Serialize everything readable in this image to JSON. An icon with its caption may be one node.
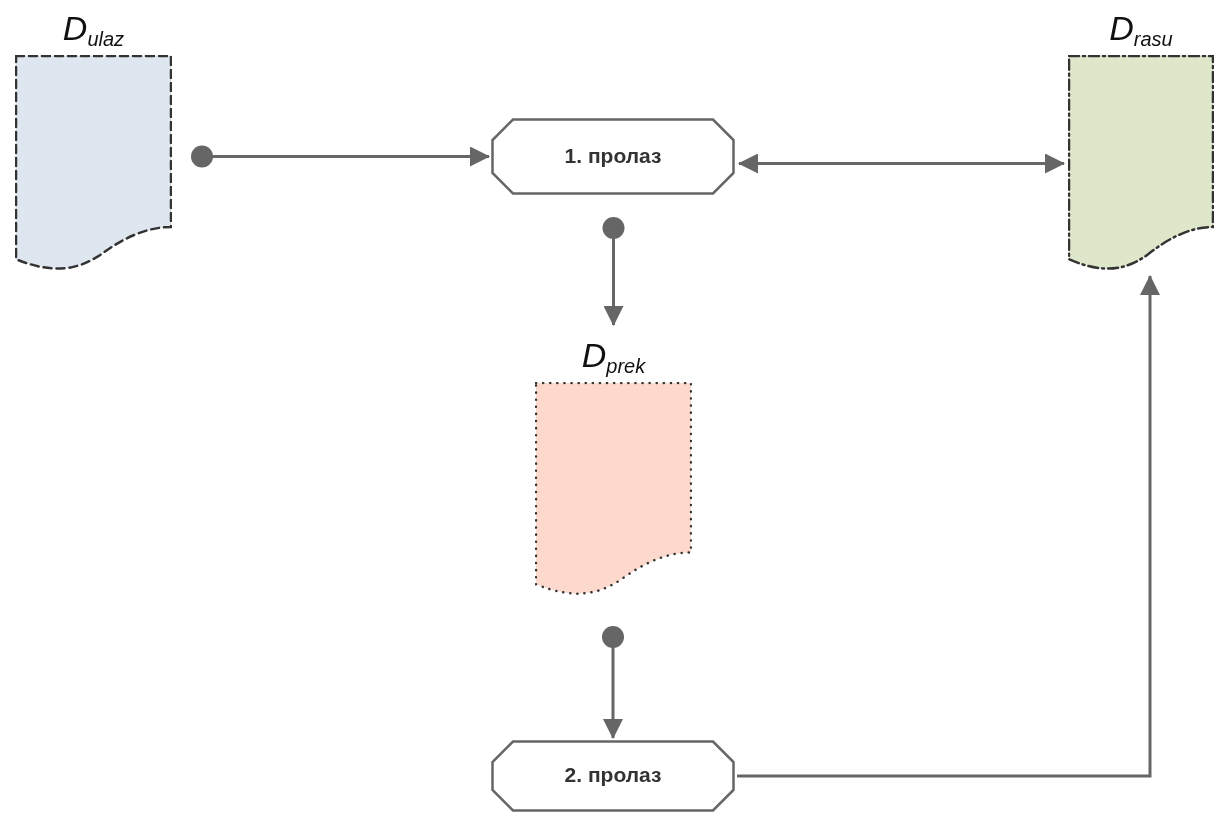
{
  "diagram": {
    "nodes": [
      {
        "text": [
          "D$_{ulaz}$"
        ]
      },
      {
        "text": [
          "1. пролаз"
        ]
      },
      {
        "text": [
          "D$_{rasu}$"
        ]
      },
      {
        "text": [
          "D$_{prek}$"
        ]
      },
      {
        "text": [
          "2. пролаз"
        ]
      }
    ],
    "edges": [
      {
        "from": 0,
        "to": 1,
        "arrow": "to"
      },
      {
        "from": 1,
        "to": 2,
        "arrow": "both"
      },
      {
        "from": 1,
        "to": 3,
        "arrow": "to"
      },
      {
        "from": 3,
        "to": 4,
        "arrow": "to"
      },
      {
        "from": 4,
        "to": 2,
        "arrow": "to"
      }
    ]
  }
}
